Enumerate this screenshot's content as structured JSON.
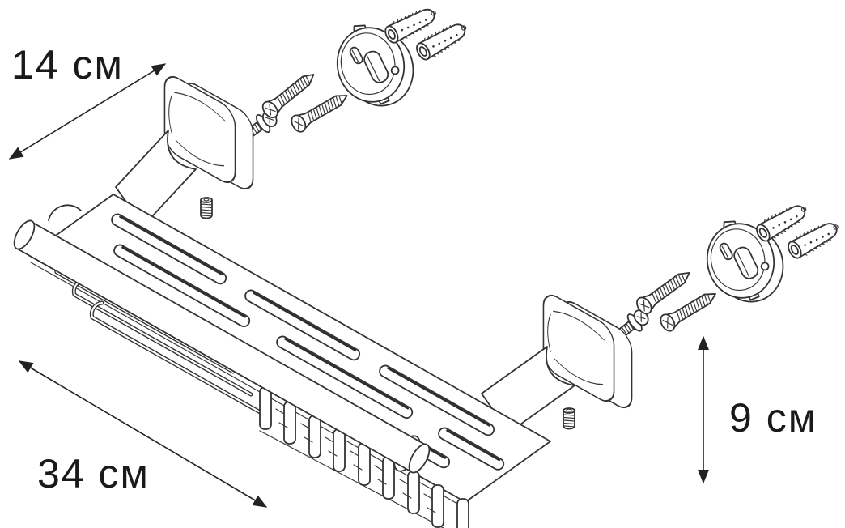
{
  "diagram": {
    "type": "product-installation-diagram",
    "subject": "wall shelf with mounting hardware",
    "dimensions": {
      "depth_label": "14 см",
      "width_label": "34 см",
      "height_label": "9 см"
    },
    "colors": {
      "line": "#333333",
      "text": "#1a1a1a",
      "background": "#ffffff"
    }
  }
}
